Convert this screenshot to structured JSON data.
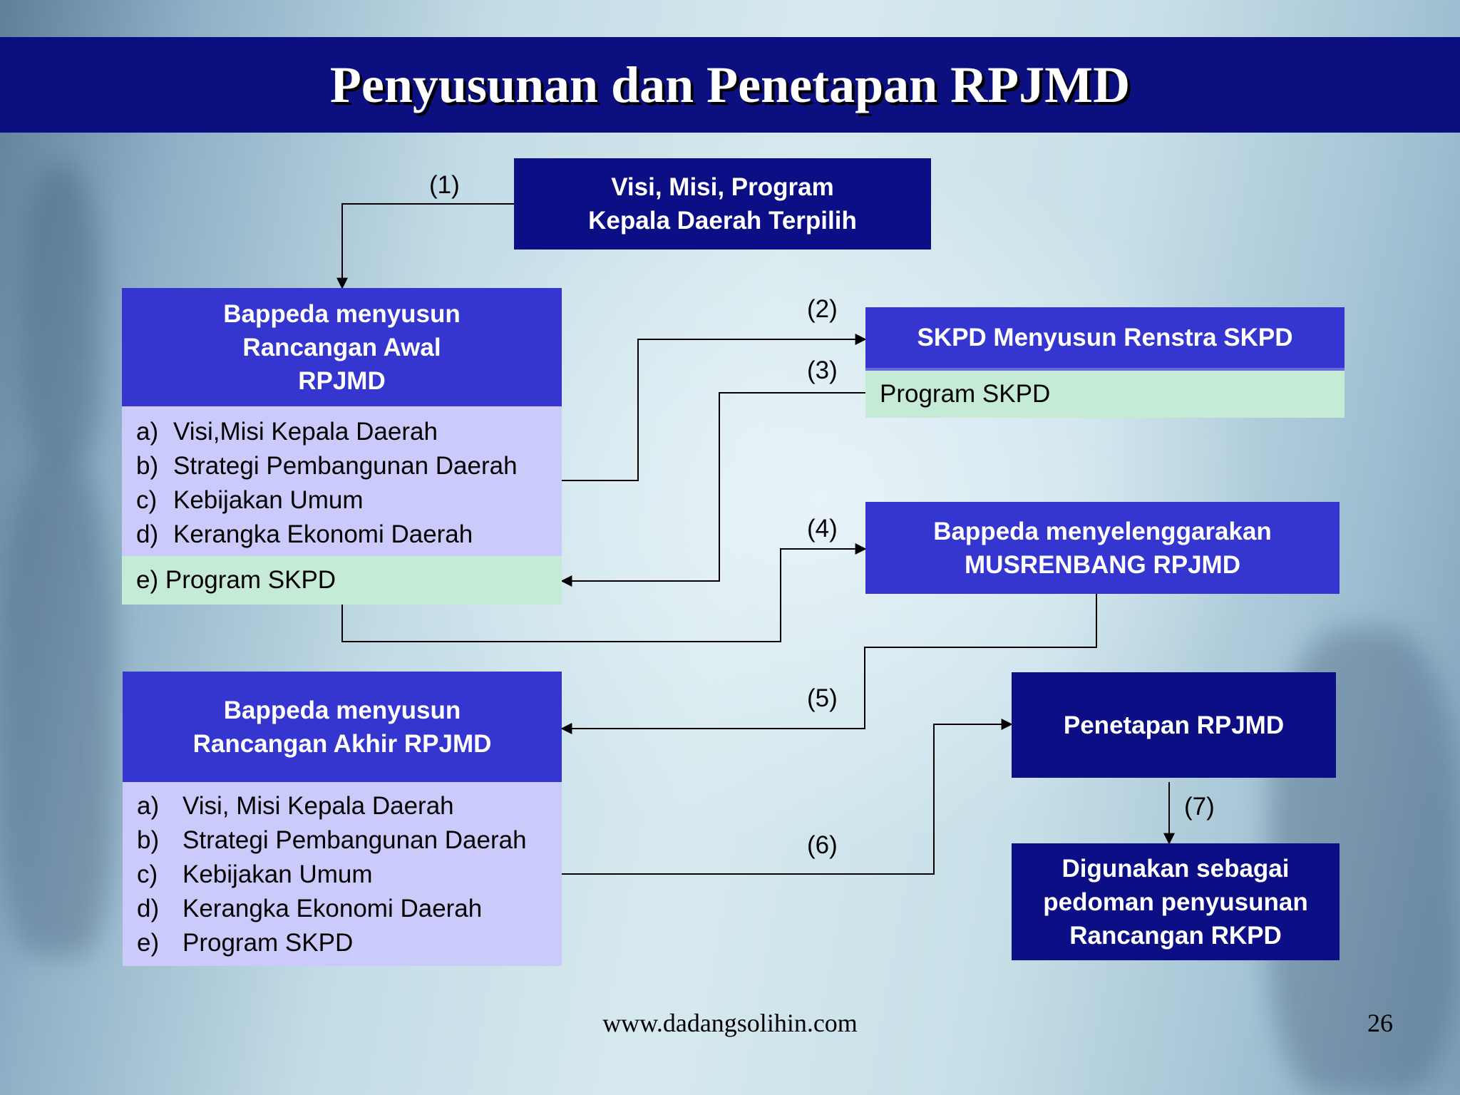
{
  "title": "Penyusunan dan Penetapan RPJMD",
  "boxes": {
    "visi": "Visi, Misi, Program\nKepala Daerah Terpilih",
    "awal_header": "Bappeda menyusun\nRancangan Awal\nRPJMD",
    "awal_items": [
      {
        "k": "a)",
        "t": "Visi,Misi Kepala Daerah"
      },
      {
        "k": "b)",
        "t": "Strategi Pembangunan Daerah"
      },
      {
        "k": "c)",
        "t": "Kebijakan Umum"
      },
      {
        "k": "d)",
        "t": "Kerangka Ekonomi Daerah"
      }
    ],
    "awal_program": "e) Program SKPD",
    "skpd_header": "SKPD Menyusun Renstra SKPD",
    "skpd_program": "Program SKPD",
    "musrenbang": "Bappeda menyelenggarakan\nMUSRENBANG RPJMD",
    "akhir_header": "Bappeda menyusun\nRancangan Akhir RPJMD",
    "akhir_items": [
      {
        "k": "a)",
        "t": "Visi, Misi Kepala Daerah"
      },
      {
        "k": "b)",
        "t": "Strategi Pembangunan Daerah"
      },
      {
        "k": "c)",
        "t": "Kebijakan Umum"
      },
      {
        "k": "d)",
        "t": "Kerangka Ekonomi Daerah"
      },
      {
        "k": "e)",
        "t": "Program SKPD"
      }
    ],
    "penetapan": "Penetapan RPJMD",
    "digunakan": "Digunakan sebagai\npedoman penyusunan\nRancangan RKPD"
  },
  "steps": [
    "(1)",
    "(2)",
    "(3)",
    "(4)",
    "(5)",
    "(6)",
    "(7)"
  ],
  "colors": {
    "dark_box": "#0c0e85",
    "mid_box": "#3535cf",
    "list_bg": "#cbcbfb",
    "green_bg": "#c5ebd6",
    "title_bar": "#0b0f7f"
  },
  "footer": {
    "url": "www.dadangsolihin.com",
    "page": "26"
  }
}
